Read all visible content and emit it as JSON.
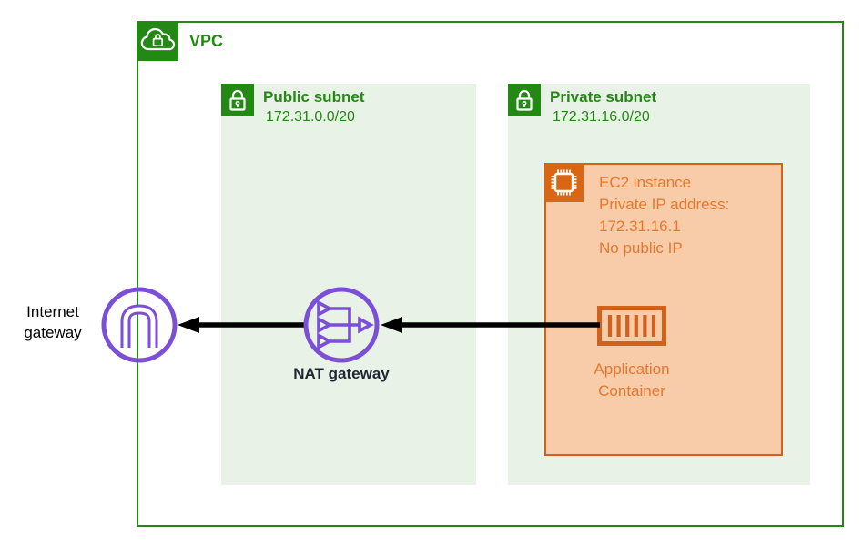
{
  "vpc": {
    "label": "VPC"
  },
  "subnets": {
    "public": {
      "title": "Public subnet",
      "cidr": "172.31.0.0/20"
    },
    "private": {
      "title": "Private subnet",
      "cidr": "172.31.16.0/20"
    }
  },
  "ec2": {
    "lines": [
      "EC2 instance",
      "Private IP address:",
      "172.31.16.1",
      "No public IP"
    ]
  },
  "container": {
    "line1": "Application",
    "line2": "Container"
  },
  "nat": {
    "label": "NAT gateway"
  },
  "igw": {
    "line1": "Internet",
    "line2": "gateway"
  },
  "icons": {
    "vpc": "cloud-lock-icon",
    "subnet": "lock-icon",
    "ec2": "chip-icon",
    "container": "container-bars-icon",
    "nat": "nat-gateway-icon",
    "igw": "internet-gateway-icon"
  },
  "colors": {
    "green": "#248814",
    "subnet_fill": "#e8f2e6",
    "orange_border": "#d2611c",
    "orange_icon": "#d86613",
    "orange_box_fill": "#f8cca9",
    "orange_text": "#e8772e",
    "purple": "#7b4fd8",
    "arrow": "#000000"
  }
}
